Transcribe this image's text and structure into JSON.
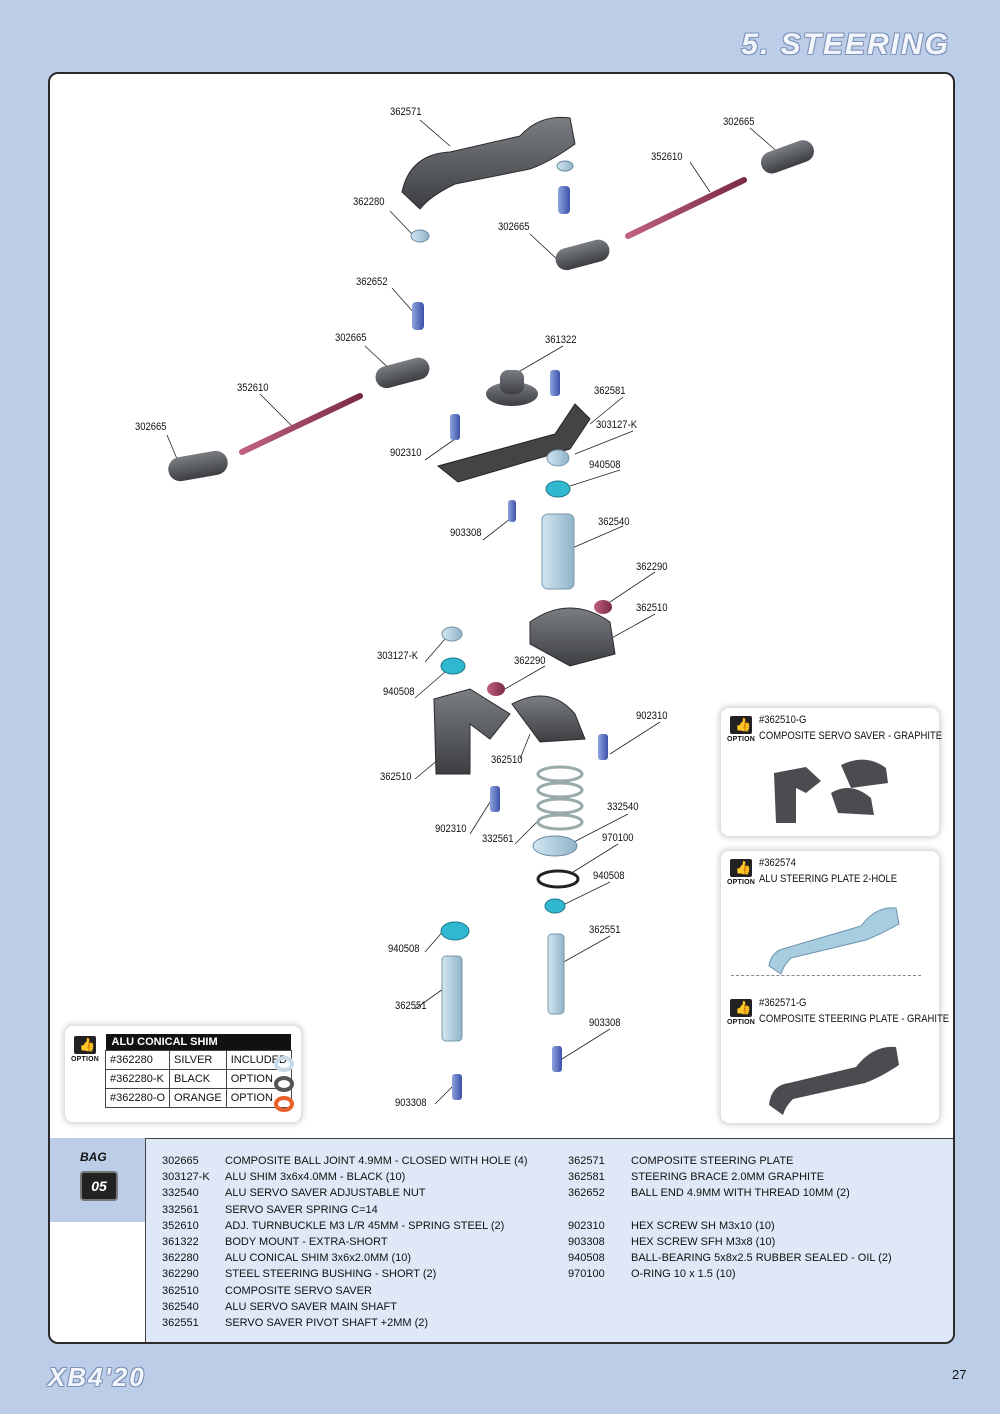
{
  "header": {
    "title": "5. STEERING"
  },
  "footer": {
    "logo": "XB4'20",
    "page_number": "27"
  },
  "diagram": {
    "labels": [
      "362571",
      "302665",
      "352610",
      "362280",
      "302665",
      "362652",
      "302665",
      "361322",
      "352610",
      "362581",
      "302665",
      "303127-K",
      "902310",
      "940508",
      "903308",
      "362540",
      "362290",
      "362510",
      "303127-K",
      "362290",
      "940508",
      "902310",
      "362510",
      "362510",
      "332540",
      "902310",
      "332561",
      "970100",
      "940508",
      "362551",
      "940508",
      "362551",
      "903308",
      "903308"
    ]
  },
  "options": [
    {
      "code": "#362510-G",
      "name": "COMPOSITE SERVO SAVER - GRAPHITE",
      "badge": "OPTION"
    },
    {
      "code": "#362574",
      "name": "ALU STEERING PLATE 2-HOLE",
      "badge": "OPTION"
    },
    {
      "code": "#362571-G",
      "name": "COMPOSITE STEERING PLATE - GRAHITE",
      "badge": "OPTION"
    }
  ],
  "shim_table": {
    "title": "ALU CONICAL SHIM",
    "badge": "OPTION",
    "rows": [
      {
        "code": "#362280",
        "color": "SILVER",
        "status": "INCLUDED",
        "swatch": "#c9d9e6"
      },
      {
        "code": "#362280-K",
        "color": "BLACK",
        "status": "OPTION",
        "swatch": "#555555"
      },
      {
        "code": "#362280-O",
        "color": "ORANGE",
        "status": "OPTION",
        "swatch": "#e8602c"
      }
    ]
  },
  "bag": {
    "label": "BAG",
    "number": "05"
  },
  "parts_left": [
    {
      "code": "302665",
      "desc": "COMPOSITE BALL JOINT 4.9MM - CLOSED WITH HOLE (4)"
    },
    {
      "code": "303127-K",
      "desc": "ALU SHIM 3x6x4.0MM - BLACK (10)"
    },
    {
      "code": "332540",
      "desc": "ALU SERVO SAVER ADJUSTABLE NUT"
    },
    {
      "code": "332561",
      "desc": "SERVO SAVER SPRING C=14"
    },
    {
      "code": "352610",
      "desc": "ADJ. TURNBUCKLE M3 L/R 45MM  - SPRING STEEL (2)"
    },
    {
      "code": "361322",
      "desc": "BODY MOUNT - EXTRA-SHORT"
    },
    {
      "code": "362280",
      "desc": "ALU CONICAL SHIM 3x6x2.0MM (10)"
    },
    {
      "code": "362290",
      "desc": "STEEL STEERING BUSHING - SHORT (2)"
    },
    {
      "code": "362510",
      "desc": "COMPOSITE SERVO SAVER"
    },
    {
      "code": "362540",
      "desc": "ALU SERVO SAVER MAIN SHAFT"
    },
    {
      "code": "362551",
      "desc": "SERVO SAVER PIVOT SHAFT +2MM (2)"
    }
  ],
  "parts_right": [
    {
      "code": "362571",
      "desc": "COMPOSITE STEERING PLATE"
    },
    {
      "code": "362581",
      "desc": "STEERING BRACE 2.0MM GRAPHITE"
    },
    {
      "code": "362652",
      "desc": "BALL END 4.9MM WITH THREAD 10MM (2)"
    },
    {
      "code": "",
      "desc": ""
    },
    {
      "code": "902310",
      "desc": "HEX SCREW  SH M3x10  (10)"
    },
    {
      "code": "903308",
      "desc": "HEX SCREW  SFH M3x8  (10)"
    },
    {
      "code": "940508",
      "desc": "BALL-BEARING 5x8x2.5 RUBBER SEALED - OIL (2)"
    },
    {
      "code": "970100",
      "desc": "O-RING 10 x 1.5  (10)"
    }
  ]
}
